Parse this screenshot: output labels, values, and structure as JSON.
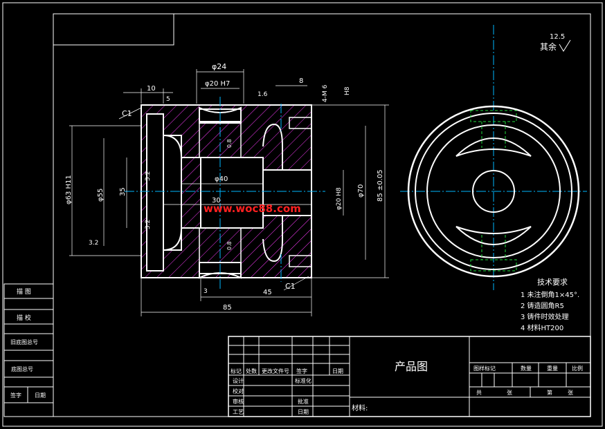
{
  "views": {
    "section": {
      "dims": {
        "d24": "φ24",
        "d20_tol": "φ20 H7",
        "chamfer_top": "C1",
        "chamfer_bottom": "C1",
        "w10": "10",
        "w5": "5",
        "r16": "1.6",
        "w8": "8",
        "m6": "4-M 6",
        "thread_depth": "H8",
        "d63": "φ63 H11",
        "d55": "φ55",
        "h35": "35",
        "d40": "φ40",
        "w30": "30",
        "d20b": "φ20 H8",
        "d70": "φ70",
        "h85tol": "85 ±0.05",
        "w3": "3",
        "w45": "45",
        "w85": "85",
        "ra32a": "3.2",
        "ra32b": "3.2",
        "ra32c": "3.2",
        "ra08a": "0.8",
        "ra08b": "0.8"
      }
    },
    "roughness_note": {
      "value": "12.5",
      "label": "其余"
    },
    "tech_req": {
      "title": "技术要求",
      "items": [
        "1 未注倒角1×45°.",
        "2 铸造圆角R5",
        "3 铸件时效处理",
        "4 材料HT200"
      ]
    },
    "watermark": "www.woc88.com",
    "left_strip": {
      "rows": [
        "描 图",
        "描 校",
        "旧底图总号",
        "底图总号",
        "签字",
        "日期"
      ]
    },
    "title_block": {
      "product": "产品图",
      "material_label": "材料:",
      "rev_headers": [
        "标记",
        "处数",
        "更改文件号",
        "签字",
        "日期"
      ],
      "roles": [
        "设计",
        "校对",
        "审核",
        "工艺"
      ],
      "roles2": [
        "标准化",
        "批准",
        "日期"
      ],
      "attr_headers": [
        "图样标记",
        "数量",
        "重量",
        "比例"
      ],
      "total": "共",
      "sheet_unit": "张",
      "page": "第",
      "page_unit": "张"
    },
    "colors": {
      "outline": "#ffffff",
      "hatch": "#ff3cff",
      "centerline": "#00b7ff",
      "hidden": "#1fdc3c",
      "watermark": "#ff2020"
    }
  }
}
